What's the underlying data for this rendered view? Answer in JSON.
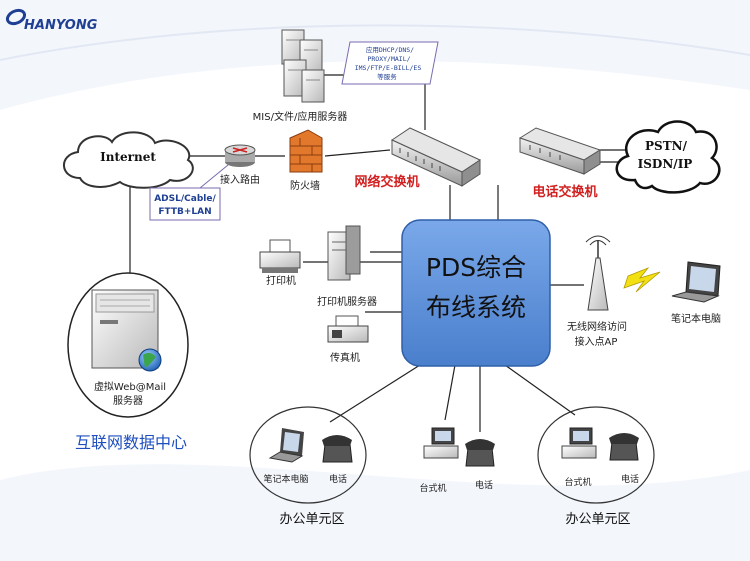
{
  "logo": {
    "brand": "HANYONG"
  },
  "labels": {
    "internet": "Internet",
    "server_bubble": [
      "应用DHCP/DNS/",
      "PROXY/MAIL/",
      "IMS/FTP/E-BILL/ES",
      "等服务"
    ],
    "mis_server": "MIS/文件/应用服务器",
    "router": "接入路由",
    "firewall": "防火墙",
    "network_switch": "网络交换机",
    "phone_switch": "电话交换机",
    "pstn": [
      "PSTN/",
      "ISDN/IP"
    ],
    "adsl": [
      "ADSL/Cable/",
      "FTTB+LAN"
    ],
    "printer": "打印机",
    "print_server": "打印机服务器",
    "fax": "传真机",
    "pds": [
      "PDS综合",
      "布线系统"
    ],
    "wireless_ap": [
      "无线网络访问",
      "接入点AP"
    ],
    "laptop_right": "笔记本电脑",
    "virtual_server": [
      "虚拟Web@Mail",
      "服务器"
    ],
    "datacenter": "互联网数据中心",
    "office_left": {
      "laptop": "笔记本电脑",
      "phone": "电话",
      "title": "办公单元区"
    },
    "office_mid": {
      "desktop": "台式机",
      "phone": "电话"
    },
    "office_right": {
      "desktop": "台式机",
      "phone": "电话",
      "title": "办公单元区"
    }
  },
  "colors": {
    "pds_fill": "#5b8fd6",
    "red_label": "#d21f1f",
    "blue_label": "#1f4fbf",
    "bg_curve": "#e9eef7"
  }
}
